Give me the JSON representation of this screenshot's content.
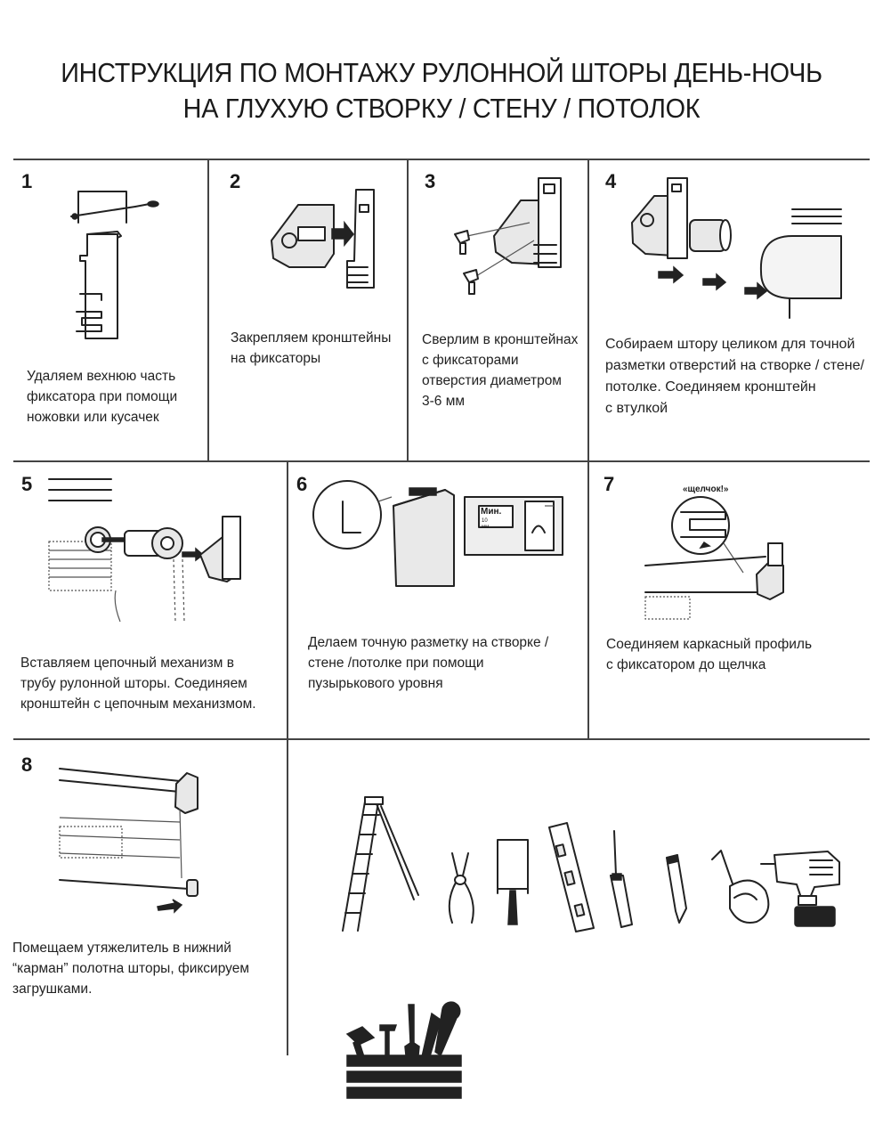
{
  "title": {
    "line1": "ИНСТРУКЦИЯ ПО МОНТАЖУ РУЛОННОЙ ШТОРЫ ДЕНЬ-НОЧЬ",
    "line2": "НА ГЛУХУЮ СТВОРКУ / СТЕНУ / ПОТОЛОК"
  },
  "steps": [
    {
      "number": "1",
      "lines": [
        "Удаляем вехнюю часть",
        "фиксатора при помощи",
        "ножовки или кусачек"
      ]
    },
    {
      "number": "2",
      "lines": [
        "Закрепляем кронштейны",
        "на фиксаторы"
      ]
    },
    {
      "number": "3",
      "lines": [
        "Сверлим в кронштейнах",
        "с фиксаторами",
        "отверстия диаметром",
        "3-6 мм"
      ]
    },
    {
      "number": "4",
      "lines": [
        "Собираем штору целиком для точной",
        "разметки отверстий на створке / стене/",
        "потолке. Соединяем кронштейн",
        "с втулкой"
      ]
    },
    {
      "number": "5",
      "lines": [
        "Вставляем цепочный механизм в",
        "трубу рулонной шторы. Соединяем",
        "кронштейн с цепочным механизмом."
      ]
    },
    {
      "number": "6",
      "lines": [
        "Делаем точную разметку на створке /",
        "стене /потолке при помощи",
        "пузырькового уровня"
      ]
    },
    {
      "number": "7",
      "lines": [
        "Соединяем каркасный профиль",
        "с фиксатором до щелчка"
      ]
    },
    {
      "number": "8",
      "lines": [
        "Помещаем утяжелитель в нижний",
        "“карман” полотна шторы, фиксируем",
        "загрушками."
      ]
    }
  ],
  "annotations": {
    "click_label": "«щелчок!»",
    "min_label": "Мин.",
    "min_value": "10 мм"
  },
  "tools": [
    {
      "icon": "ladder-icon"
    },
    {
      "icon": "pliers-icon"
    },
    {
      "icon": "hacksaw-icon"
    },
    {
      "icon": "level-icon"
    },
    {
      "icon": "screwdriver-icon"
    },
    {
      "icon": "pencil-icon"
    },
    {
      "icon": "tape-measure-icon"
    },
    {
      "icon": "drill-icon"
    },
    {
      "icon": "toolbox-icon"
    }
  ]
}
